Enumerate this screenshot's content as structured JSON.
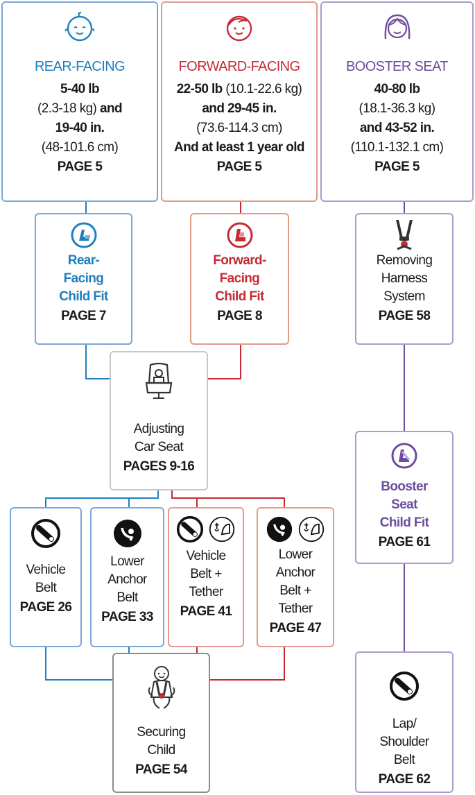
{
  "colors": {
    "rear": "#1f7fbf",
    "forward": "#c52a35",
    "booster": "#6e4c9d"
  },
  "top": {
    "rear": {
      "title": "REAR-FACING",
      "line1": "5-40 lb",
      "line2a": "(2.3-18 kg)",
      "line2b": "and",
      "line3": "19-40 in.",
      "line4": "(48-101.6 cm)",
      "page": "PAGE 5",
      "icon": "baby-face-icon"
    },
    "forward": {
      "title": "FORWARD-FACING",
      "line1a": "22-50 lb",
      "line1b": "(10.1-22.6 kg)",
      "line2": "and 29-45 in.",
      "line3": "(73.6-114.3 cm)",
      "line4": "And at least 1 year old",
      "page": "PAGE 5",
      "icon": "child-face-icon"
    },
    "booster": {
      "title": "BOOSTER SEAT",
      "line1": "40-80 lb",
      "line2": "(18.1-36.3 kg)",
      "line3": "and 43-52 in.",
      "line4": "(110.1-132.1 cm)",
      "page": "PAGE 5",
      "icon": "girl-face-icon"
    }
  },
  "fit": {
    "rear": {
      "line1": "Rear-",
      "line2": "Facing",
      "line3": "Child Fit",
      "page": "PAGE 7"
    },
    "forward": {
      "line1": "Forward-",
      "line2": "Facing",
      "line3": "Child Fit",
      "page": "PAGE 8"
    },
    "harness": {
      "line1": "Removing",
      "line2": "Harness",
      "line3": "System",
      "page": "PAGE 58"
    }
  },
  "adjusting": {
    "line1": "Adjusting",
    "line2": "Car Seat",
    "page": "PAGES 9-16"
  },
  "install": {
    "vehicle_belt": {
      "line1": "Vehicle",
      "line2": "Belt",
      "page": "PAGE 26"
    },
    "lower_anchor": {
      "line1": "Lower",
      "line2": "Anchor",
      "line3": "Belt",
      "page": "PAGE 33"
    },
    "vehicle_tether": {
      "line1": "Vehicle",
      "line2": "Belt +",
      "line3": "Tether",
      "page": "PAGE 41"
    },
    "anchor_tether": {
      "line1": "Lower",
      "line2": "Anchor",
      "line3": "Belt +",
      "line4": "Tether",
      "page": "PAGE 47"
    }
  },
  "booster_fit": {
    "line1": "Booster",
    "line2": "Seat",
    "line3": "Child Fit",
    "page": "PAGE 61"
  },
  "securing": {
    "line1": "Securing",
    "line2": "Child",
    "page": "PAGE 54"
  },
  "lap": {
    "line1": "Lap/",
    "line2": "Shoulder",
    "line3": "Belt",
    "page": "PAGE 62"
  }
}
